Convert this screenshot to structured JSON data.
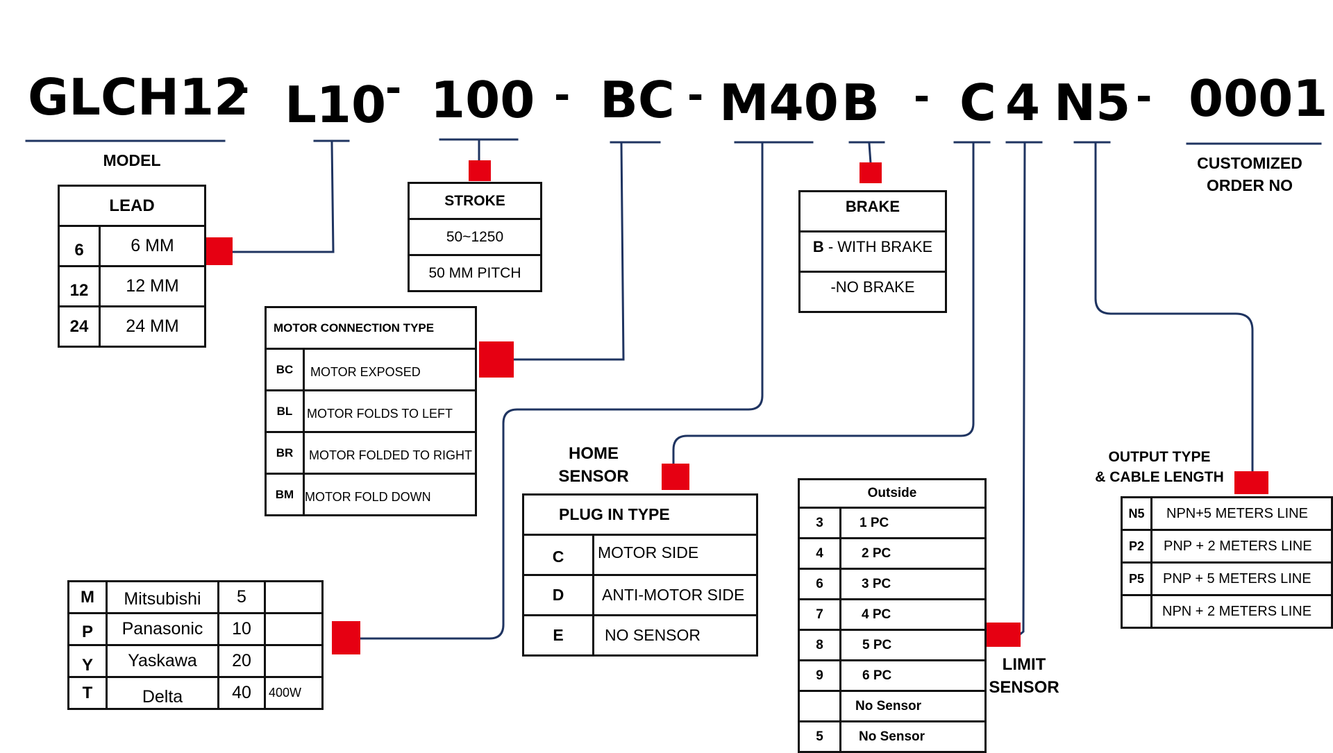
{
  "colors": {
    "marker": "#e60012",
    "wire": "#1f3461",
    "text": "#000000"
  },
  "part_number": {
    "segments": [
      "GLCH12",
      "-",
      "L10",
      "-",
      "100",
      "-",
      "BC",
      "-",
      "M40",
      "B",
      "-",
      "C",
      "4",
      "N5",
      "-",
      "0001"
    ]
  },
  "labels": {
    "model": "MODEL",
    "customized": "CUSTOMIZED",
    "order_no": "ORDER NO",
    "home_sensor_1": "HOME",
    "home_sensor_2": "SENSOR",
    "limit_sensor_1": "LIMIT",
    "limit_sensor_2": "SENSOR",
    "output_type_1": "OUTPUT TYPE",
    "output_type_2": "& CABLE LENGTH"
  },
  "lead": {
    "title": "LEAD",
    "rows": [
      {
        "code": "6",
        "value": "6 MM"
      },
      {
        "code": "12",
        "value": "12 MM"
      },
      {
        "code": "24",
        "value": "24 MM"
      }
    ]
  },
  "stroke": {
    "title": "STROKE",
    "range": "50~1250",
    "pitch": "50 MM PITCH"
  },
  "motor_connection": {
    "title": "MOTOR CONNECTION TYPE",
    "rows": [
      {
        "code": "BC",
        "value": "MOTOR EXPOSED"
      },
      {
        "code": "BL",
        "value": "MOTOR FOLDS TO LEFT"
      },
      {
        "code": "BR",
        "value": "MOTOR FOLDED TO RIGHT"
      },
      {
        "code": "BM",
        "value": "MOTOR FOLD DOWN"
      }
    ]
  },
  "brake": {
    "title": "BRAKE",
    "with_code": "B",
    "with_text": " - WITH BRAKE",
    "without": "-NO BRAKE"
  },
  "motor_brand": {
    "rows": [
      {
        "code": "M",
        "brand": "Mitsubishi",
        "size": "5",
        "power": ""
      },
      {
        "code": "P",
        "brand": "Panasonic",
        "size": "10",
        "power": ""
      },
      {
        "code": "Y",
        "brand": "Yaskawa",
        "size": "20",
        "power": ""
      },
      {
        "code": "T",
        "brand": "Delta",
        "size": "40",
        "power": "400W"
      }
    ]
  },
  "plug_in": {
    "title": "PLUG IN TYPE",
    "rows": [
      {
        "code": "C",
        "value": "MOTOR SIDE"
      },
      {
        "code": "D",
        "value": "ANTI-MOTOR SIDE"
      },
      {
        "code": "E",
        "value": "NO SENSOR"
      }
    ]
  },
  "limit_sensor": {
    "title": "Outside",
    "rows": [
      {
        "code": "3",
        "value": "1 PC"
      },
      {
        "code": "4",
        "value": "2 PC"
      },
      {
        "code": "6",
        "value": "3 PC"
      },
      {
        "code": "7",
        "value": "4 PC"
      },
      {
        "code": "8",
        "value": "5 PC"
      },
      {
        "code": "9",
        "value": "6 PC"
      },
      {
        "code": "",
        "value": "No Sensor"
      },
      {
        "code": "5",
        "value": "No Sensor"
      }
    ]
  },
  "output_type": {
    "rows": [
      {
        "code": "N5",
        "value": "NPN+5 METERS LINE"
      },
      {
        "code": "P2",
        "value": "PNP + 2 METERS LINE"
      },
      {
        "code": "P5",
        "value": "PNP + 5 METERS LINE"
      },
      {
        "code": "",
        "value": "NPN + 2 METERS LINE"
      }
    ]
  }
}
